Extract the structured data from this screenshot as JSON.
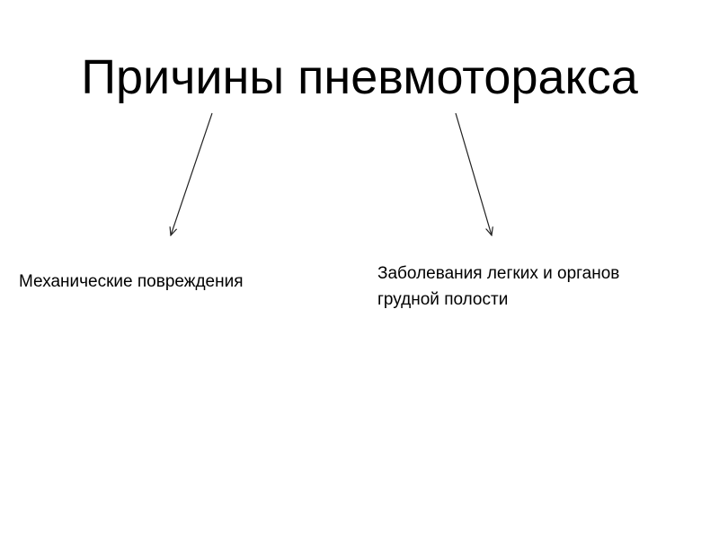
{
  "slide": {
    "title": "Причины пневмоторакса",
    "causes": [
      {
        "lines": [
          "Механические повреждения"
        ]
      },
      {
        "lines": [
          "Заболевания легких и органов",
          "грудной полости"
        ]
      }
    ]
  },
  "colors": {
    "background": "#ffffff",
    "text": "#000000",
    "arrow": "#222222"
  }
}
